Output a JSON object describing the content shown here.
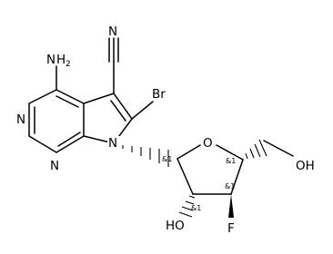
{
  "molecule": {
    "atoms": {
      "amine_n": "N",
      "amine_h": "H",
      "amine_sub": "2",
      "nitrile_n": "N",
      "bromine": "Br",
      "ring_n1": "N",
      "ring_n3": "N",
      "pyrrole_n": "N",
      "ring_oxygen": "O",
      "fluorine": "F",
      "hydroxyl_left": "HO",
      "hydroxyl_right": "OH"
    },
    "stereo_labels": {
      "c1": "&1",
      "c2": "&1",
      "c3": "&1",
      "c4": "&1"
    },
    "colors": {
      "bond": "#000000",
      "text": "#000000",
      "background": "#ffffff"
    }
  }
}
